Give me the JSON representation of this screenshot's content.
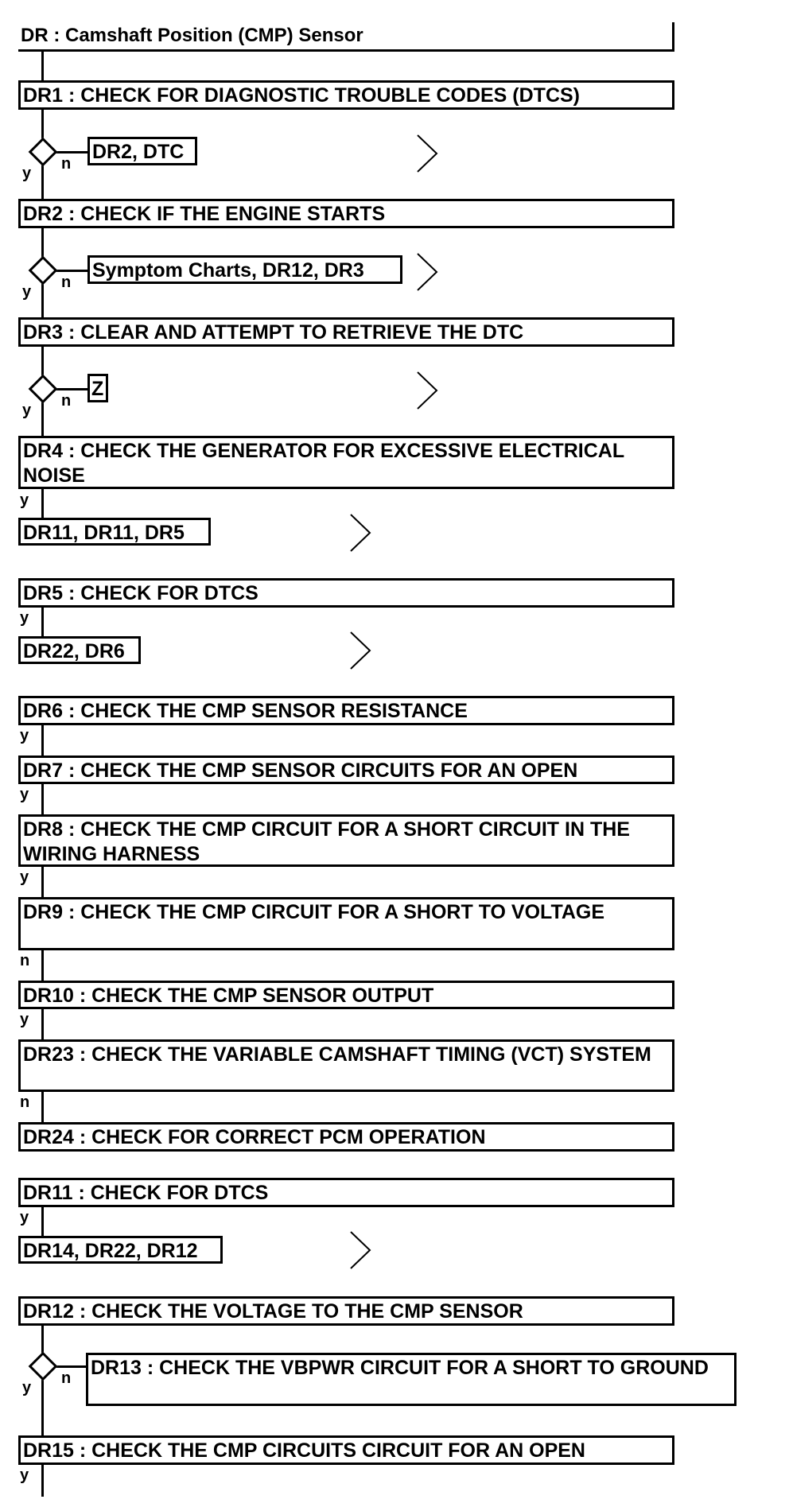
{
  "colors": {
    "line": "#000000",
    "background": "#ffffff"
  },
  "boxes": {
    "dr_title": "DR : Camshaft Position (CMP) Sensor",
    "dr1": "DR1 : CHECK FOR DIAGNOSTIC TROUBLE CODES (DTCS)",
    "dr1_no": "DR2, DTC",
    "dr2": "DR2 : CHECK IF THE ENGINE STARTS",
    "dr2_no": "Symptom Charts, DR12, DR3",
    "dr3": "DR3 : CLEAR AND ATTEMPT TO RETRIEVE THE DTC",
    "dr3_no": "Z",
    "dr4": "DR4 : CHECK THE GENERATOR FOR EXCESSIVE ELECTRICAL NOISE",
    "dr4_yes": "DR11, DR11, DR5",
    "dr5": "DR5 : CHECK FOR DTCS",
    "dr5_yes": "DR22, DR6",
    "dr6": "DR6 : CHECK THE CMP SENSOR RESISTANCE",
    "dr7": "DR7 : CHECK THE CMP SENSOR CIRCUITS FOR AN OPEN",
    "dr8": "DR8 : CHECK THE CMP CIRCUIT FOR A SHORT CIRCUIT IN THE WIRING HARNESS",
    "dr9": "DR9 : CHECK THE CMP CIRCUIT FOR A SHORT TO VOLTAGE",
    "dr10": "DR10 : CHECK THE CMP SENSOR OUTPUT",
    "dr23": "DR23 : CHECK THE VARIABLE CAMSHAFT TIMING (VCT) SYSTEM",
    "dr24": "DR24 : CHECK FOR CORRECT PCM OPERATION",
    "dr11": "DR11 : CHECK FOR DTCS",
    "dr11_yes": "DR14, DR22, DR12",
    "dr12": "DR12 : CHECK THE VOLTAGE TO THE CMP SENSOR",
    "dr12_no": "DR13 : CHECK THE VBPWR CIRCUIT FOR A SHORT TO GROUND",
    "dr15": "DR15 : CHECK THE CMP CIRCUITS CIRCUIT FOR AN OPEN"
  },
  "labels": {
    "yes": "y",
    "no": "n"
  },
  "icons": {
    "chevron": "chevron-right-icon",
    "decision": "decision-diamond-icon"
  }
}
